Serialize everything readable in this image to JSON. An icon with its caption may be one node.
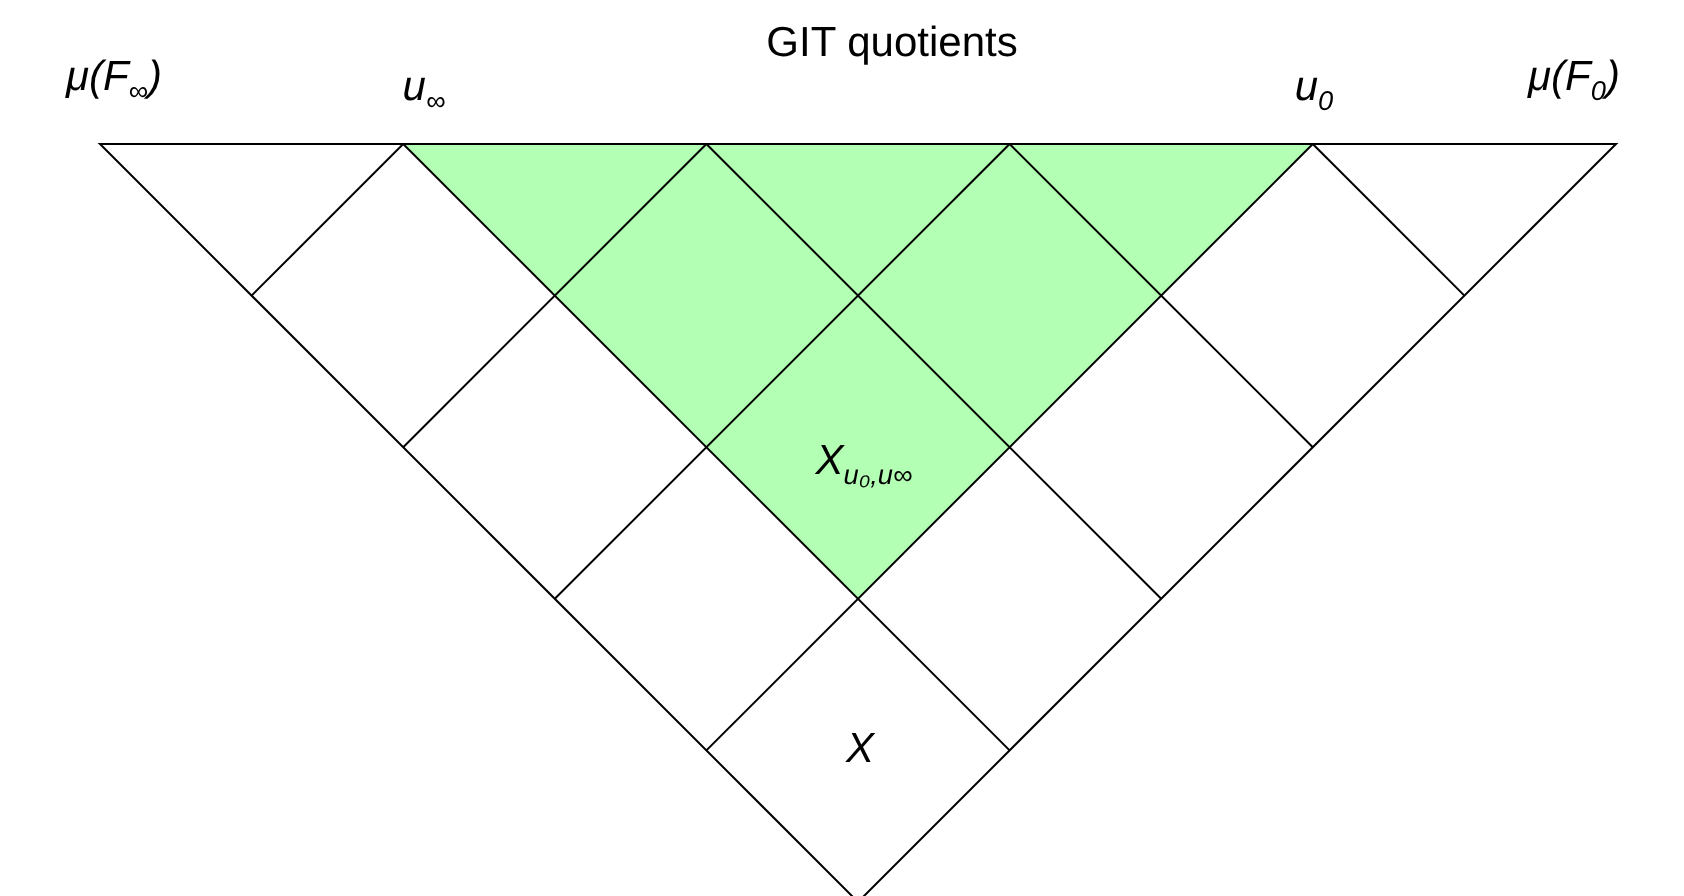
{
  "diagram": {
    "title": "GIT quotients",
    "labels": [
      "μ(F$_{∞}$)",
      "u$_{∞}$",
      "u$_{0}$",
      "μ(F$_{0}$)",
      "X$_{u₀,u∞}$",
      "X"
    ]
  }
}
